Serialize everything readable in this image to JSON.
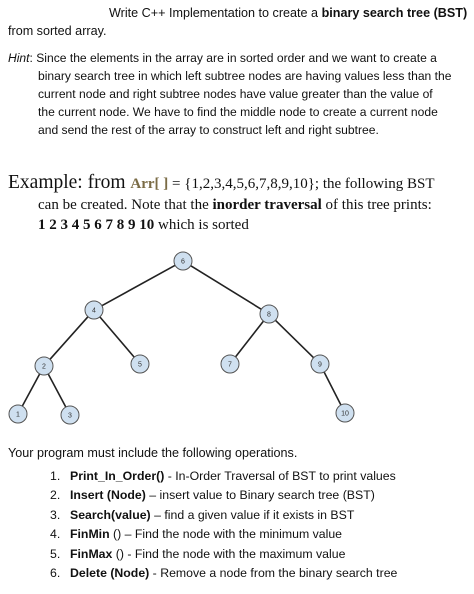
{
  "heading": {
    "prefix": "Write C++ Implementation to create a ",
    "bold": "binary search tree (BST)",
    "continuation": "from sorted array."
  },
  "hint": {
    "label": "Hint",
    "lines": [
      ": Since the elements in the array are in sorted order and we want to create a",
      "binary search tree in which left subtree nodes are having values less than the",
      "current node and right subtree nodes have value greater than the value of",
      "the current node. We have to find the middle node to create a current node",
      "and send the rest of the array to construct left and right subtree."
    ]
  },
  "example": {
    "label": "Example:  from ",
    "array_name": "Arr[ ]",
    "equals_set": " = {1,2,3,4,5,6,7,8,9,10};",
    "tail": "  the  following  BST",
    "line2_prefix": "can  be created.  Note that the ",
    "line2_bold": "inorder traversal",
    "line2_suffix": " of this tree prints:",
    "sequence": "1 2 3 4 5 6 7 8 9 10",
    "sequence_note": "  which is sorted"
  },
  "tree": {
    "nodes": [
      {
        "label": "6"
      },
      {
        "label": "4"
      },
      {
        "label": "8"
      },
      {
        "label": "2"
      },
      {
        "label": "5"
      },
      {
        "label": "7"
      },
      {
        "label": "9"
      },
      {
        "label": "1"
      },
      {
        "label": "3"
      },
      {
        "label": "10"
      }
    ],
    "edges": [
      [
        "6",
        "4"
      ],
      [
        "6",
        "8"
      ],
      [
        "4",
        "2"
      ],
      [
        "4",
        "5"
      ],
      [
        "8",
        "7"
      ],
      [
        "8",
        "9"
      ],
      [
        "2",
        "1"
      ],
      [
        "2",
        "3"
      ],
      [
        "9",
        "10"
      ]
    ],
    "node_fill": "#cfe0f0",
    "node_stroke": "#555555"
  },
  "operations": {
    "intro": "Your program must include the following operations.",
    "items": [
      {
        "num": "1.",
        "name": "Print_In_Order()",
        "desc": " - In-Order Traversal of BST to print values"
      },
      {
        "num": "2.",
        "name": "Insert (Node)",
        "desc": " – insert value to Binary search tree (BST)"
      },
      {
        "num": "3.",
        "name": "Search(value)",
        "desc": " – find a given value if it exists in BST"
      },
      {
        "num": "4.",
        "name": "FinMin",
        "desc": " () – Find the node with the minimum value"
      },
      {
        "num": "5.",
        "name": "FinMax",
        "desc": " () - Find the node with the maximum value"
      },
      {
        "num": "6.",
        "name": "Delete (Node)",
        "desc": " - Remove a node from the binary search tree"
      }
    ]
  }
}
